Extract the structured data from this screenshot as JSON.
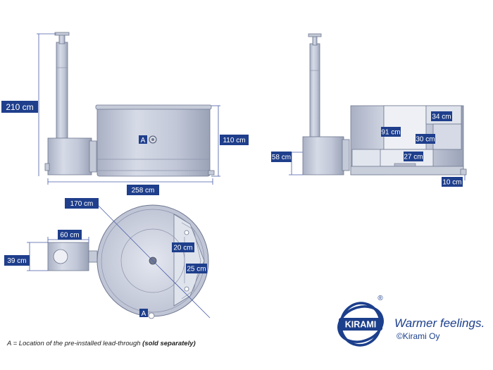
{
  "dimensions": {
    "total_height": "210 cm",
    "tub_height": "110 cm",
    "total_length": "258 cm",
    "seat_height": "58 cm",
    "bench_depth": "34 cm",
    "inner_depth": "91 cm",
    "step_height": "30 cm",
    "low_step": "27 cm",
    "base_clearance": "10 cm",
    "diameter": "170 cm",
    "heater_length": "60 cm",
    "heater_width": "39 cm",
    "seat_width": "20 cm",
    "seat_gap": "25 cm"
  },
  "markers": {
    "lead_through": "A"
  },
  "footnote": {
    "text": "A = Location of the pre-installed lead-through ",
    "bold": "(sold separately)"
  },
  "brand": {
    "name": "KIRAMI",
    "registered": "®",
    "tagline": "Warmer feelings.",
    "copyright": "©Kirami Oy"
  },
  "colors": {
    "tag_fill": "#1f3f8c",
    "brand_blue": "#1c3f8c",
    "dimension_line": "#4a5ea8",
    "metal": "#b8bed0"
  }
}
